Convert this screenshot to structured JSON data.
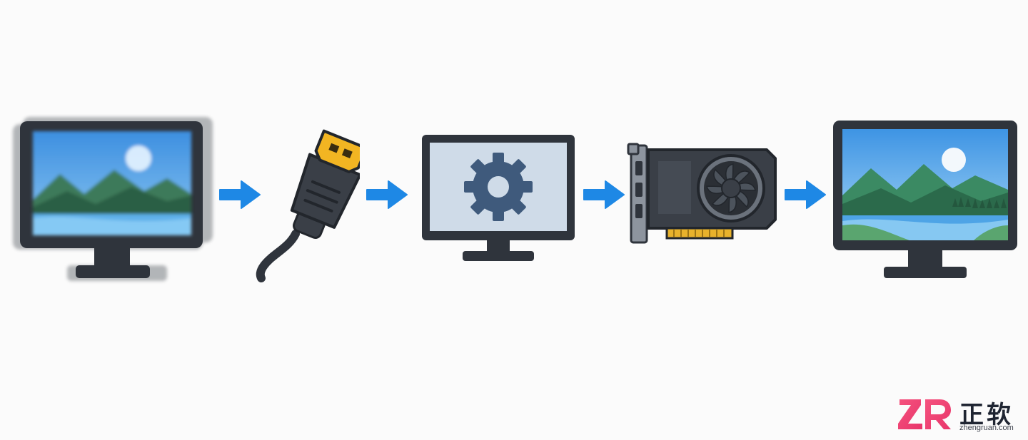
{
  "diagram": {
    "steps": [
      {
        "id": "blurry-monitor",
        "icon": "blurry-monitor-icon"
      },
      {
        "id": "hdmi-cable",
        "icon": "hdmi-cable-icon"
      },
      {
        "id": "display-settings",
        "icon": "monitor-settings-icon"
      },
      {
        "id": "graphics-card",
        "icon": "graphics-card-icon"
      },
      {
        "id": "clear-monitor",
        "icon": "clear-monitor-icon"
      }
    ],
    "arrow_count": 4
  },
  "colors": {
    "arrow": "#1e88e5",
    "outline": "#2f343c",
    "screen_gray": "#cfd8e3",
    "gear": "#3f5a7c",
    "hdmi_gold": "#f2b522",
    "card_body": "#3a3f47",
    "sky": "#4aa3e8",
    "mountains": "#2f6f52",
    "watermark_pink": "#f0457a"
  },
  "watermark": {
    "logo": "ZR",
    "brand": "正软",
    "url": "zhengruan.com"
  }
}
